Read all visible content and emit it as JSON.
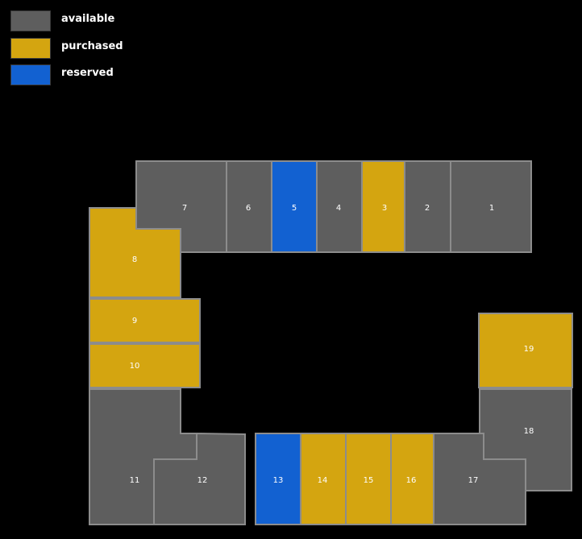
{
  "colors": {
    "available": "#5e5e5e",
    "purchased": "#d4a510",
    "reserved": "#1261d1"
  },
  "legend": [
    {
      "status": "available",
      "label": "available"
    },
    {
      "status": "purchased",
      "label": "purchased"
    },
    {
      "status": "reserved",
      "label": "reserved"
    }
  ],
  "units": [
    {
      "label": "1",
      "status": "available"
    },
    {
      "label": "2",
      "status": "available"
    },
    {
      "label": "3",
      "status": "purchased"
    },
    {
      "label": "4",
      "status": "available"
    },
    {
      "label": "5",
      "status": "reserved"
    },
    {
      "label": "6",
      "status": "available"
    },
    {
      "label": "7",
      "status": "available"
    },
    {
      "label": "8",
      "status": "purchased"
    },
    {
      "label": "9",
      "status": "purchased"
    },
    {
      "label": "10",
      "status": "purchased"
    },
    {
      "label": "11",
      "status": "available"
    },
    {
      "label": "12",
      "status": "available"
    },
    {
      "label": "13",
      "status": "reserved"
    },
    {
      "label": "14",
      "status": "purchased"
    },
    {
      "label": "15",
      "status": "purchased"
    },
    {
      "label": "16",
      "status": "purchased"
    },
    {
      "label": "17",
      "status": "available"
    },
    {
      "label": "18",
      "status": "available"
    },
    {
      "label": "19",
      "status": "purchased"
    }
  ]
}
